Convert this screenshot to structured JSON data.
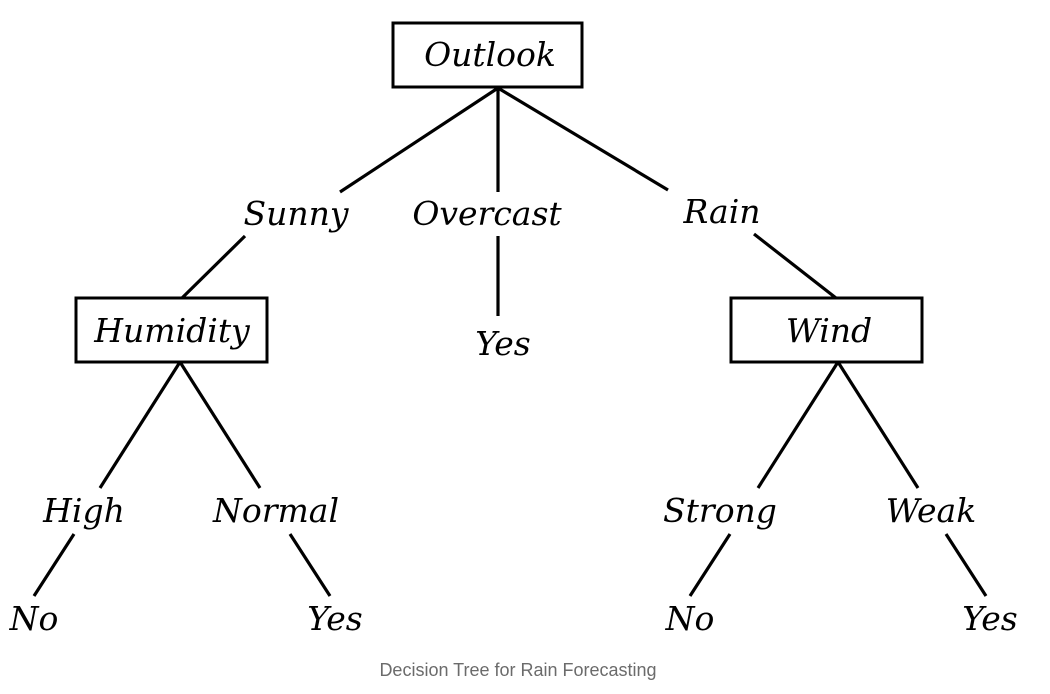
{
  "diagram": {
    "type": "decision-tree",
    "root": "Outlook",
    "nodes": {
      "outlook": "Outlook",
      "humidity": "Humidity",
      "wind": "Wind"
    },
    "branches": {
      "sunny": "Sunny",
      "overcast": "Overcast",
      "rain": "Rain",
      "high": "High",
      "normal": "Normal",
      "strong": "Strong",
      "weak": "Weak"
    },
    "leaves": {
      "overcast_yes": "Yes",
      "high_no": "No",
      "normal_yes": "Yes",
      "strong_no": "No",
      "weak_yes": "Yes"
    }
  },
  "caption": "Decision Tree for Rain Forecasting"
}
